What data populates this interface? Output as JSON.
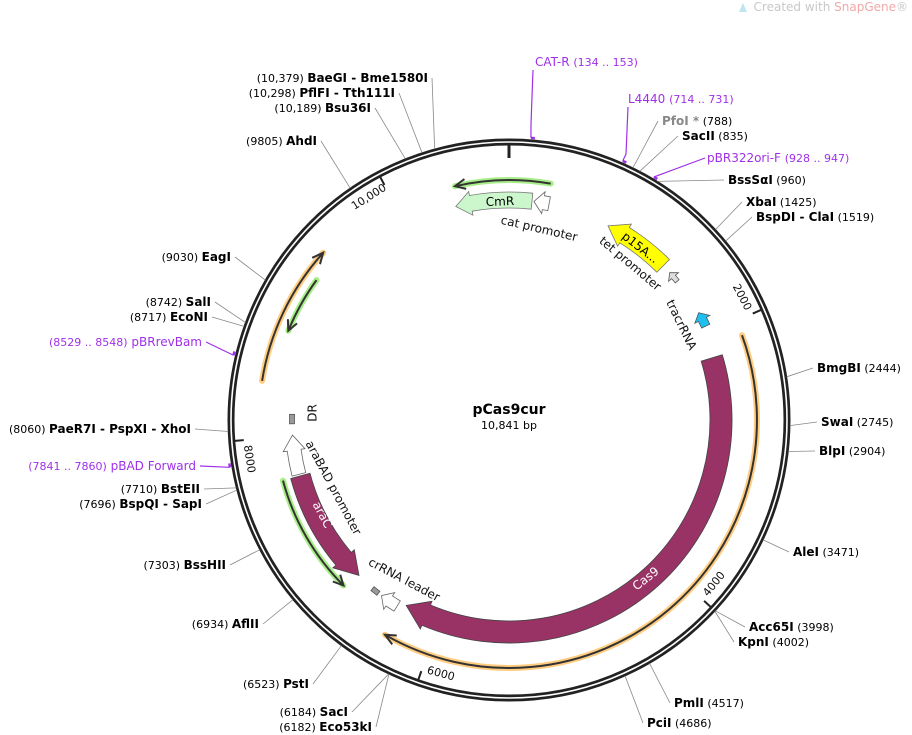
{
  "watermark": {
    "prefix": "Created with ",
    "brand": "SnapGene",
    "suffix": "®"
  },
  "map": {
    "name": "pCas9cur",
    "length_label": "10,841 bp",
    "length_bp": 10841
  },
  "ticks": [
    {
      "label": "2000",
      "bp": 2000
    },
    {
      "label": "4000",
      "bp": 4000
    },
    {
      "label": "6000",
      "bp": 6000
    },
    {
      "label": "8000",
      "bp": 8000
    },
    {
      "label": "10,000",
      "bp": 10000
    }
  ],
  "features": {
    "cmr": {
      "label": "CmR"
    },
    "cat_promoter": {
      "label": "cat promoter"
    },
    "p15a": {
      "label": "p15A..."
    },
    "tet_promoter": {
      "label": "tet promoter"
    },
    "tracrrna": {
      "label": "tracrRNA"
    },
    "cas9": {
      "label": "Cas9"
    },
    "arac": {
      "label": "araC"
    },
    "arabad_promoter": {
      "label": "araBAD promoter"
    },
    "crrna_leader": {
      "label": "crRNA leader"
    },
    "dr": {
      "label": "DR"
    }
  },
  "enzymes": [
    {
      "name": "BaeGI - Bme1580I",
      "position": "(10,379)",
      "bp": 10379
    },
    {
      "name": "PflFI - Tth111I",
      "position": "(10,298)",
      "bp": 10298
    },
    {
      "name": "Bsu36I",
      "position": "(10,189)",
      "bp": 10189
    },
    {
      "name": "AhdI",
      "position": "(9805)",
      "bp": 9805
    },
    {
      "name": "EagI",
      "position": "(9030)",
      "bp": 9030
    },
    {
      "name": "SalI",
      "position": "(8742)",
      "bp": 8742
    },
    {
      "name": "EcoNI",
      "position": "(8717)",
      "bp": 8717
    },
    {
      "name": "PaeR7I - PspXI - XhoI",
      "position": "(8060)",
      "bp": 8060
    },
    {
      "name": "BstEII",
      "position": "(7710)",
      "bp": 7710
    },
    {
      "name": "BspQI - SapI",
      "position": "(7696)",
      "bp": 7696
    },
    {
      "name": "BssHII",
      "position": "(7303)",
      "bp": 7303
    },
    {
      "name": "AflII",
      "position": "(6934)",
      "bp": 6934
    },
    {
      "name": "PstI",
      "position": "(6523)",
      "bp": 6523
    },
    {
      "name": "SacI",
      "position": "(6184)",
      "bp": 6184
    },
    {
      "name": "Eco53kI",
      "position": "(6182)",
      "bp": 6182
    },
    {
      "name": "PfoI *",
      "position": "(788)",
      "bp": 788,
      "gray": true
    },
    {
      "name": "SacII",
      "position": "(835)",
      "bp": 835
    },
    {
      "name": "BssSαI",
      "position": "(960)",
      "bp": 960
    },
    {
      "name": "XbaI",
      "position": "(1425)",
      "bp": 1425
    },
    {
      "name": "BspDI - ClaI",
      "position": "(1519)",
      "bp": 1519
    },
    {
      "name": "BmgBI",
      "position": "(2444)",
      "bp": 2444
    },
    {
      "name": "SwaI",
      "position": "(2745)",
      "bp": 2745
    },
    {
      "name": "BlpI",
      "position": "(2904)",
      "bp": 2904
    },
    {
      "name": "AleI",
      "position": "(3471)",
      "bp": 3471
    },
    {
      "name": "Acc65I",
      "position": "(3998)",
      "bp": 3998
    },
    {
      "name": "KpnI",
      "position": "(4002)",
      "bp": 4002
    },
    {
      "name": "PmlI",
      "position": "(4517)",
      "bp": 4517
    },
    {
      "name": "PciI",
      "position": "(4686)",
      "bp": 4686
    }
  ],
  "primers": [
    {
      "name": "CAT-R",
      "range": "(134 .. 153)",
      "bp": 134
    },
    {
      "name": "L4440",
      "range": "(714 .. 731)",
      "bp": 714
    },
    {
      "name": "pBR322ori-F",
      "range": "(928 .. 947)",
      "bp": 928
    },
    {
      "name": "pBRrevBam",
      "range": "(8529 .. 8548)",
      "bp": 8529
    },
    {
      "name": "pBAD Forward",
      "range": "(7841 .. 7860)",
      "bp": 7841
    }
  ],
  "colors": {
    "backbone": "#222222",
    "cmr": "#ccf7cc",
    "p15a": "#ffff00",
    "tracrrna": "#1ec0f0",
    "cas9": "#993366",
    "orange_glow": "#ffcc80",
    "green_glow": "#a8ee88",
    "primer": "#a030e8"
  }
}
